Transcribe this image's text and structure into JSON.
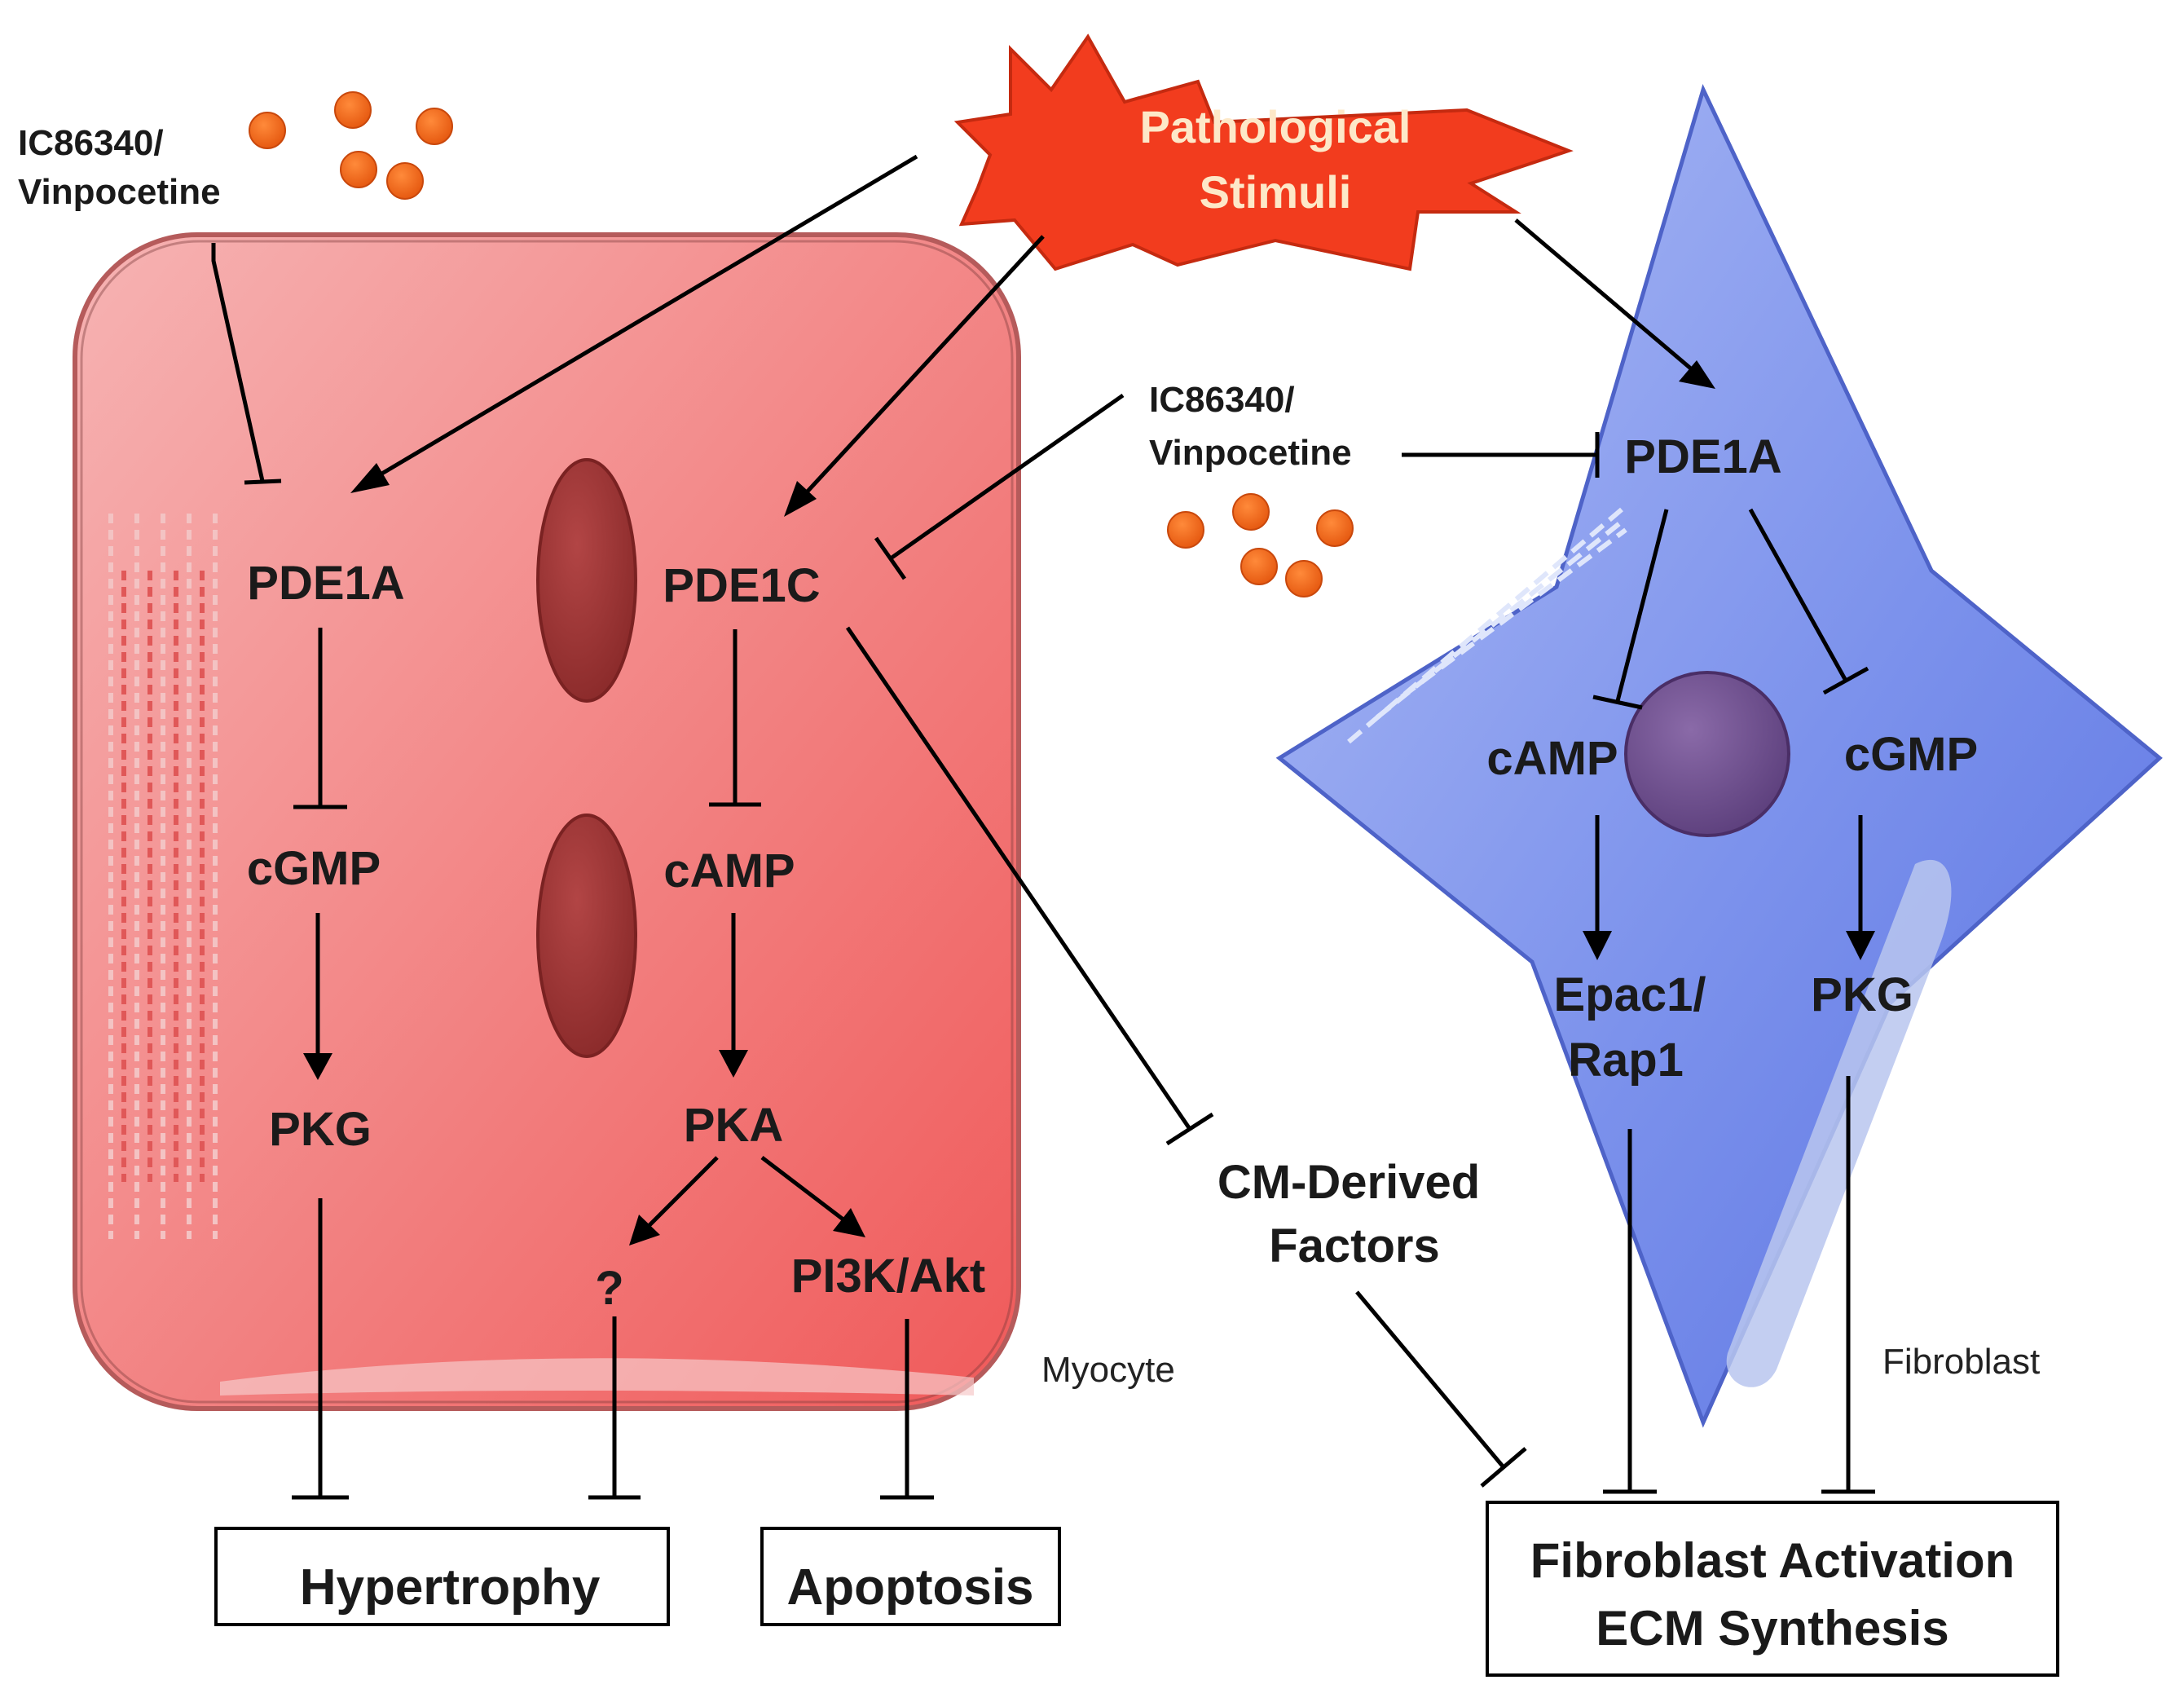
{
  "stimulus": {
    "line1": "Pathological",
    "line2": "Stimuli"
  },
  "inhibitor_left": {
    "line1": "IC86340/",
    "line2": "Vinpocetine"
  },
  "inhibitor_right": {
    "line1": "IC86340/",
    "line2": "Vinpocetine"
  },
  "myocyte": {
    "label": "Myocyte",
    "pde1a": "PDE1A",
    "cgmp": "cGMP",
    "pkg": "PKG",
    "pde1c": "PDE1C",
    "camp": "cAMP",
    "pka": "PKA",
    "unknown": "?",
    "pi3k": "PI3K/Akt"
  },
  "cm_factors": {
    "line1": "CM-Derived",
    "line2": "Factors"
  },
  "fibroblast": {
    "label": "Fibroblast",
    "pde1a": "PDE1A",
    "camp": "cAMP",
    "cgmp": "cGMP",
    "epac_line1": "Epac1/",
    "epac_line2": "Rap1",
    "pkg": "PKG"
  },
  "outcomes": {
    "hypertrophy": "Hypertrophy",
    "apoptosis": "Apoptosis",
    "fibro_line1": "Fibroblast Activation",
    "fibro_line2": "ECM Synthesis"
  },
  "colors": {
    "myocyte_fill": "#f08080",
    "fibroblast_fill": "#6f86e8",
    "nucleus_red": "#9b3535",
    "nucleus_purple": "#6b4c8a",
    "drug_dot": "#f26a1b",
    "stimulus_burst": "#f03a1c"
  }
}
